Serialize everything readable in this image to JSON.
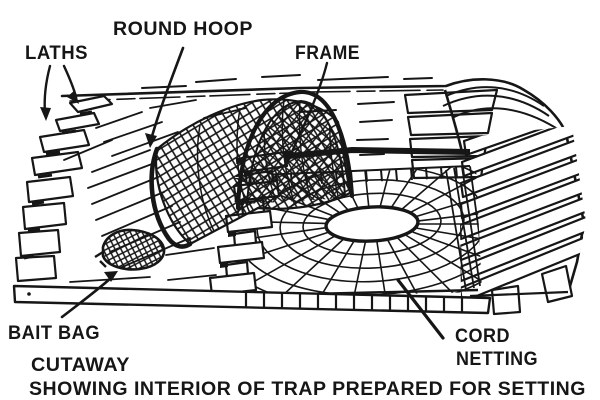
{
  "page": {
    "background": "#ffffff",
    "ink_color": "#161616",
    "image_type": "black-and-white technical line illustration"
  },
  "figure": {
    "subject": "Lobster trap cutaway diagram",
    "labels": {
      "laths": "LATHS",
      "round_hoop": "ROUND HOOP",
      "frame": "FRAME",
      "bait_bag": "BAIT BAG",
      "cord": "CORD",
      "netting": "NETTING"
    },
    "caption": {
      "line1": "CUTAWAY",
      "line2": "SHOWING INTERIOR OF TRAP PREPARED FOR SETTING"
    }
  }
}
